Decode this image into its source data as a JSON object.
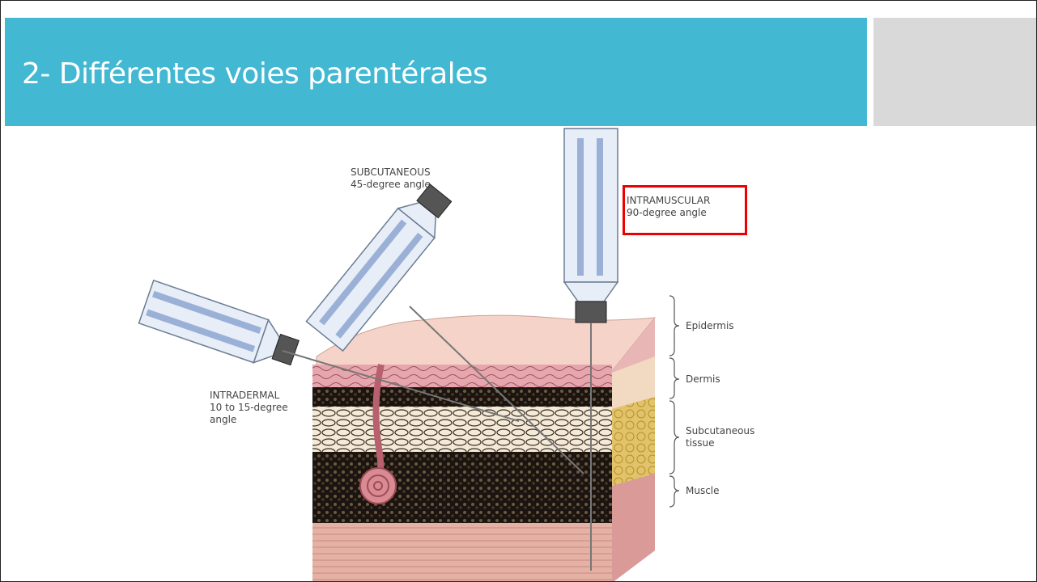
{
  "slide": {
    "title": "2- Différentes voies parentérales"
  },
  "diagram": {
    "injections": [
      {
        "name": "SUBCUTANEOUS",
        "angle": "45-degree angle"
      },
      {
        "name": "INTRAMUSCULAR",
        "angle": "90-degree angle"
      },
      {
        "name": "INTRADERMAL",
        "angle_line1": "10 to 15-degree",
        "angle_line2": "angle"
      }
    ],
    "layers": [
      {
        "line1": "Epidermis"
      },
      {
        "line1": "Dermis"
      },
      {
        "line1": "Subcutaneous",
        "line2": "tissue"
      },
      {
        "line1": "Muscle"
      }
    ],
    "highlight_color": "#ee0000"
  },
  "colors": {
    "title_bar": "#42b8d3",
    "side_box": "#d9d9d9"
  }
}
